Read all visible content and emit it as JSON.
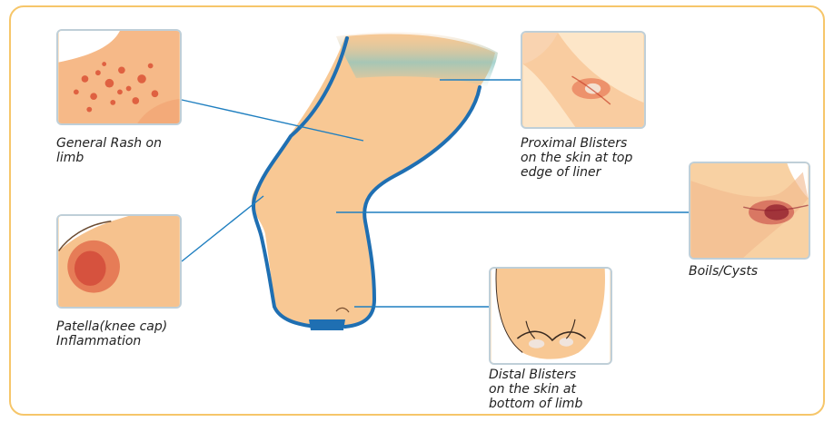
{
  "colors": {
    "frame_border": "#f6c66a",
    "limb_outline": "#1f6fb2",
    "leader_line": "#1f7fc0",
    "skin": "#f8c894",
    "liner_band": "#8dc6c0",
    "inflammation": "#d9442a",
    "cyst": "#8e1d2c"
  },
  "labels": {
    "general_rash": [
      "General Rash on",
      "limb"
    ],
    "proximal_blisters": [
      "Proximal Blisters",
      "on the skin at top",
      "edge of liner"
    ],
    "boils_cysts": [
      "Boils/Cysts"
    ],
    "patella": [
      "Patella(knee cap)",
      "Inflammation"
    ],
    "distal_blisters": [
      "Distal Blisters",
      "on the skin at",
      "bottom of limb"
    ]
  },
  "icons": {
    "rash_photo": "rash-thumbnail-icon",
    "proximal_photo": "blister-thumbnail-icon",
    "boils_photo": "cyst-thumbnail-icon",
    "patella_photo": "knee-inflammation-thumbnail-icon",
    "distal_photo": "distal-blister-thumbnail-icon",
    "limb": "residual-limb-icon"
  }
}
